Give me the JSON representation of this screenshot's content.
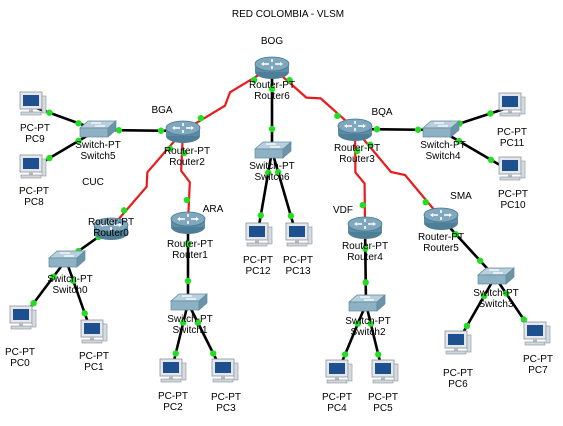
{
  "title": "RED COLOMBIA  -  VLSM",
  "colors": {
    "serial_link": "#e81c1c",
    "ethernet_link": "#000000",
    "link_up_dot": "#22dd22",
    "router_body": "#7fa7bd",
    "switch_body": "#8fb1c4",
    "pc_body": "#e4e8ec",
    "pc_screen": "#1e4f8e"
  },
  "routers": [
    {
      "id": "r6",
      "type": "Router-PT",
      "name": "Router6",
      "location": "BOG"
    },
    {
      "id": "r2",
      "type": "Router-PT",
      "name": "Router2",
      "location": "BGA"
    },
    {
      "id": "r3",
      "type": "Router-PT",
      "name": "Router3",
      "location": "BQA"
    },
    {
      "id": "r0",
      "type": "Router-PT",
      "name": "Router0",
      "location": "CUC"
    },
    {
      "id": "r1",
      "type": "Router-PT",
      "name": "Router1",
      "location": "ARA"
    },
    {
      "id": "r4",
      "type": "Router-PT",
      "name": "Router4",
      "location": "VDF"
    },
    {
      "id": "r5",
      "type": "Router-PT",
      "name": "Router5",
      "location": "SMA"
    }
  ],
  "switches": [
    {
      "id": "s5",
      "type": "Switch-PT",
      "name": "Switch5"
    },
    {
      "id": "s6",
      "type": "Switch-PT",
      "name": "Switch6"
    },
    {
      "id": "s4",
      "type": "Switch-PT",
      "name": "Switch4"
    },
    {
      "id": "s0",
      "type": "Switch-PT",
      "name": "Switch0"
    },
    {
      "id": "s1",
      "type": "Switch-PT",
      "name": "Switch1"
    },
    {
      "id": "s2",
      "type": "Switch-PT",
      "name": "Switch2"
    },
    {
      "id": "s3",
      "type": "Switch-PT",
      "name": "Switch3"
    }
  ],
  "pcs": [
    {
      "id": "pc9",
      "type": "PC-PT",
      "name": "PC9"
    },
    {
      "id": "pc8",
      "type": "PC-PT",
      "name": "PC8"
    },
    {
      "id": "pc11",
      "type": "PC-PT",
      "name": "PC11"
    },
    {
      "id": "pc10",
      "type": "PC-PT",
      "name": "PC10"
    },
    {
      "id": "pc12",
      "type": "PC-PT",
      "name": "PC12"
    },
    {
      "id": "pc13",
      "type": "PC-PT",
      "name": "PC13"
    },
    {
      "id": "pc0",
      "type": "PC-PT",
      "name": "PC0"
    },
    {
      "id": "pc1",
      "type": "PC-PT",
      "name": "PC1"
    },
    {
      "id": "pc2",
      "type": "PC-PT",
      "name": "PC2"
    },
    {
      "id": "pc3",
      "type": "PC-PT",
      "name": "PC3"
    },
    {
      "id": "pc4",
      "type": "PC-PT",
      "name": "PC4"
    },
    {
      "id": "pc5",
      "type": "PC-PT",
      "name": "PC5"
    },
    {
      "id": "pc6",
      "type": "PC-PT",
      "name": "PC6"
    },
    {
      "id": "pc7",
      "type": "PC-PT",
      "name": "PC7"
    }
  ],
  "links": [
    {
      "from": "r2",
      "to": "r6",
      "kind": "serial"
    },
    {
      "from": "r6",
      "to": "r3",
      "kind": "serial"
    },
    {
      "from": "r2",
      "to": "r0",
      "kind": "serial"
    },
    {
      "from": "r2",
      "to": "r1",
      "kind": "serial"
    },
    {
      "from": "r3",
      "to": "r4",
      "kind": "serial"
    },
    {
      "from": "r3",
      "to": "r5",
      "kind": "serial"
    },
    {
      "from": "r6",
      "to": "s6",
      "kind": "ethernet"
    },
    {
      "from": "r2",
      "to": "s5",
      "kind": "ethernet"
    },
    {
      "from": "r3",
      "to": "s4",
      "kind": "ethernet"
    },
    {
      "from": "r0",
      "to": "s0",
      "kind": "ethernet"
    },
    {
      "from": "r1",
      "to": "s1",
      "kind": "ethernet"
    },
    {
      "from": "r4",
      "to": "s2",
      "kind": "ethernet"
    },
    {
      "from": "r5",
      "to": "s3",
      "kind": "ethernet"
    },
    {
      "from": "s5",
      "to": "pc9",
      "kind": "ethernet"
    },
    {
      "from": "s5",
      "to": "pc8",
      "kind": "ethernet"
    },
    {
      "from": "s4",
      "to": "pc11",
      "kind": "ethernet"
    },
    {
      "from": "s4",
      "to": "pc10",
      "kind": "ethernet"
    },
    {
      "from": "s6",
      "to": "pc12",
      "kind": "ethernet"
    },
    {
      "from": "s6",
      "to": "pc13",
      "kind": "ethernet"
    },
    {
      "from": "s0",
      "to": "pc0",
      "kind": "ethernet"
    },
    {
      "from": "s0",
      "to": "pc1",
      "kind": "ethernet"
    },
    {
      "from": "s1",
      "to": "pc2",
      "kind": "ethernet"
    },
    {
      "from": "s1",
      "to": "pc3",
      "kind": "ethernet"
    },
    {
      "from": "s2",
      "to": "pc4",
      "kind": "ethernet"
    },
    {
      "from": "s2",
      "to": "pc5",
      "kind": "ethernet"
    },
    {
      "from": "s3",
      "to": "pc6",
      "kind": "ethernet"
    },
    {
      "from": "s3",
      "to": "pc7",
      "kind": "ethernet"
    }
  ]
}
